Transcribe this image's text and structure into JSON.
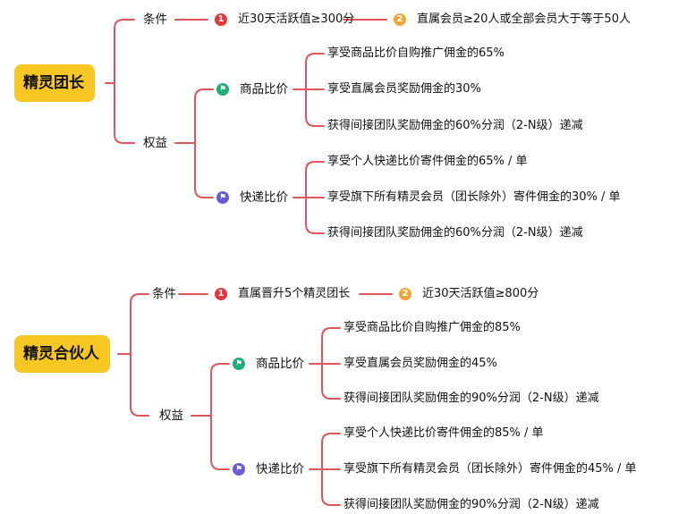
{
  "colors": {
    "line": "#e0545a",
    "root_bg": "#f6c722"
  },
  "mindmaps": [
    {
      "root": "精灵团长",
      "conditions": {
        "label": "条件",
        "items": [
          {
            "number": "1",
            "text": "近30天活跃值≥300分"
          },
          {
            "number": "2",
            "text": "直属会员≥20人或全部会员大于等于50人"
          }
        ]
      },
      "benefits": {
        "label": "权益",
        "groups": [
          {
            "icon": "green-flag-icon",
            "label": "商品比价",
            "items": [
              "享受商品比价自购推广佣金的65%",
              "享受直属会员奖励佣金的30%",
              "获得间接团队奖励佣金的60%分润（2-N级）递减"
            ]
          },
          {
            "icon": "purple-flag-icon",
            "label": "快递比价",
            "items": [
              "享受个人快递比价寄件佣金的65% / 单",
              "享受旗下所有精灵会员（团长除外）寄件佣金的30% / 单",
              "获得间接团队奖励佣金的60%分润（2-N级）递减"
            ]
          }
        ]
      }
    },
    {
      "root": "精灵合伙人",
      "conditions": {
        "label": "条件",
        "items": [
          {
            "number": "1",
            "text": "直属晋升5个精灵团长"
          },
          {
            "number": "2",
            "text": "近30天活跃值≥800分"
          }
        ]
      },
      "benefits": {
        "label": "权益",
        "groups": [
          {
            "icon": "green-flag-icon",
            "label": "商品比价",
            "items": [
              "享受商品比价自购推广佣金的85%",
              "享受直属会员奖励佣金的45%",
              "获得间接团队奖励佣金的90%分润（2-N级）递减"
            ]
          },
          {
            "icon": "purple-flag-icon",
            "label": "快递比价",
            "items": [
              "享受个人快递比价寄件佣金的85% / 单",
              "享受旗下所有精灵会员（团长除外）寄件佣金的45% / 单",
              "获得间接团队奖励佣金的90%分润（2-N级）递减"
            ]
          }
        ]
      }
    }
  ]
}
